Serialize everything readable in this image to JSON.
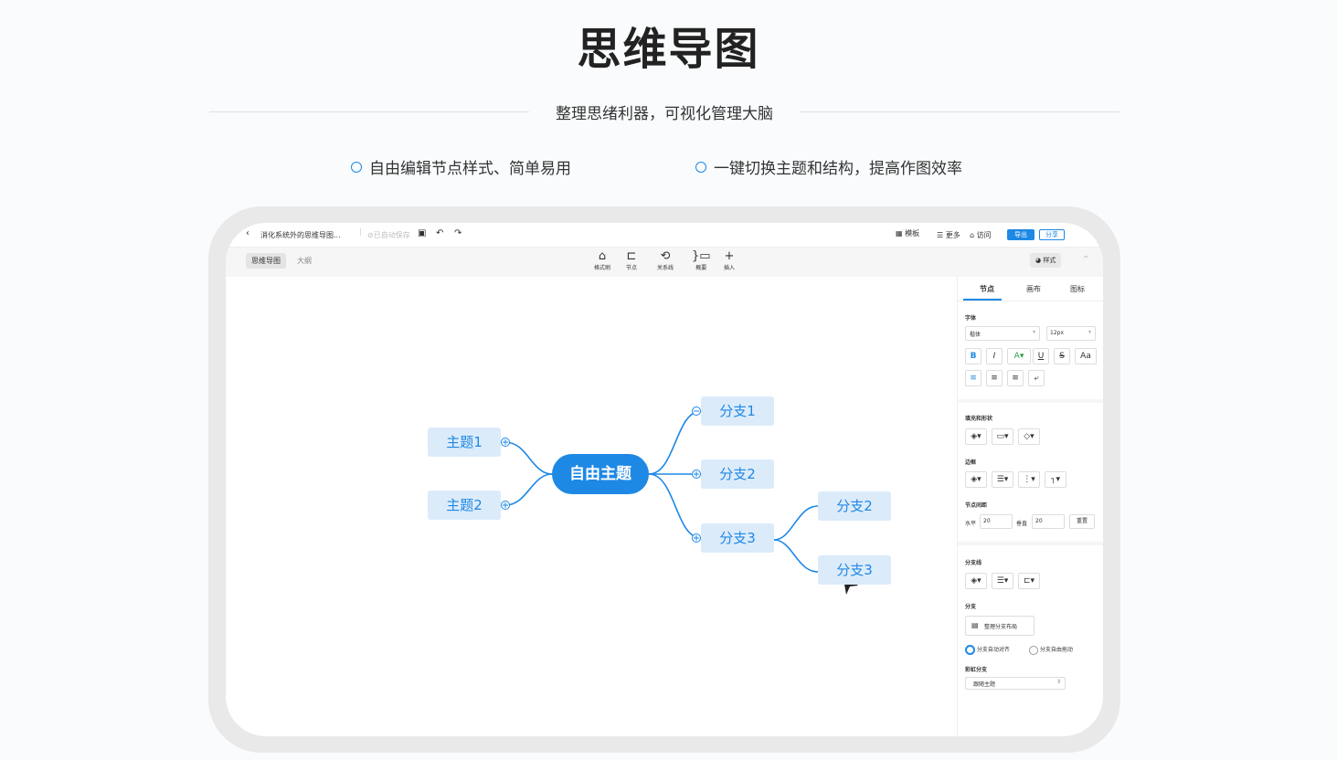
{
  "hero": {
    "title": "思维导图",
    "subtitle": "整理思绪利器，可视化管理大脑",
    "features": [
      "自由编辑节点样式、简单易用",
      "一键切换主题和结构，提高作图效率"
    ]
  },
  "app": {
    "doc_title": "消化系统外的思维导图...",
    "save_status": "已自动保存",
    "top_right": {
      "template": "模板",
      "more": "更多",
      "present": "访问",
      "export": "导出",
      "share": "分享"
    },
    "view_tabs": [
      "思维导图",
      "大纲"
    ],
    "tools": [
      "格式刷",
      "节点",
      "关系线",
      "概要",
      "插入"
    ],
    "style_button": "样式",
    "panel": {
      "tabs": [
        "节点",
        "画布",
        "图标"
      ],
      "font_label": "字体",
      "font_family": "楷体",
      "font_size": "12px",
      "fill_label": "填充和形状",
      "border_label": "边框",
      "spacing_label": "节点间距",
      "horizontal_label": "水平",
      "horizontal_value": "20",
      "vertical_label": "垂直",
      "vertical_value": "20",
      "reset": "重置",
      "branch_line_label": "分支线",
      "branch_label": "分支",
      "layout_button": "整理分支布局",
      "radio_auto": "分支自动对齐",
      "radio_free": "分支自由拖动",
      "rainbow_label": "彩虹分支",
      "rainbow_value": "跟随主题"
    },
    "mindmap": {
      "root": "自由主题",
      "left": [
        "主题1",
        "主题2"
      ],
      "right": [
        "分支1",
        "分支2",
        "分支3"
      ],
      "sub": [
        "分支2",
        "分支3"
      ]
    },
    "accent": "#1e88e5"
  }
}
